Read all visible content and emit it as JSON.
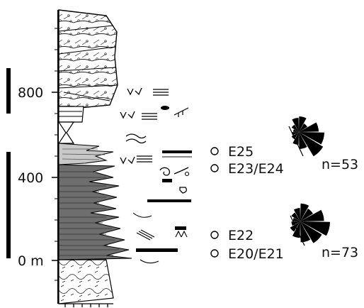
{
  "column": {
    "scale_labels": [
      "800",
      "400",
      "0 m"
    ],
    "lithology_colors": {
      "cross_bedded_sandstone": "#ffffff",
      "transition_unit": "#c8c8c8",
      "mudstone": "#6e6e6e",
      "basement": "#ffffff"
    }
  },
  "sample_markers": [
    {
      "label": "E25",
      "symbol": "open-circle"
    },
    {
      "label": "E23/E24",
      "symbol": "open-circle"
    },
    {
      "label": "E22",
      "symbol": "open-circle"
    },
    {
      "label": "E20/E21",
      "symbol": "open-circle"
    }
  ],
  "rose_diagrams": [
    {
      "label": "n=53",
      "petals": [
        0.55,
        0.35,
        0.7,
        0.9,
        1.0,
        0.6,
        0.45,
        0.3,
        0.25,
        0.2,
        0.3,
        0.5
      ]
    },
    {
      "label": "n=73",
      "petals": [
        0.6,
        0.5,
        0.8,
        1.0,
        0.85,
        0.7,
        0.55,
        0.4,
        0.3,
        0.25,
        0.35,
        0.45
      ]
    }
  ],
  "symbol_legend": [
    "ripple-marks-icon",
    "lamination-icon",
    "mud-crack-icon",
    "convolute-bedding-icon",
    "trace-fossil-icon",
    "cross-bedding-icon"
  ]
}
